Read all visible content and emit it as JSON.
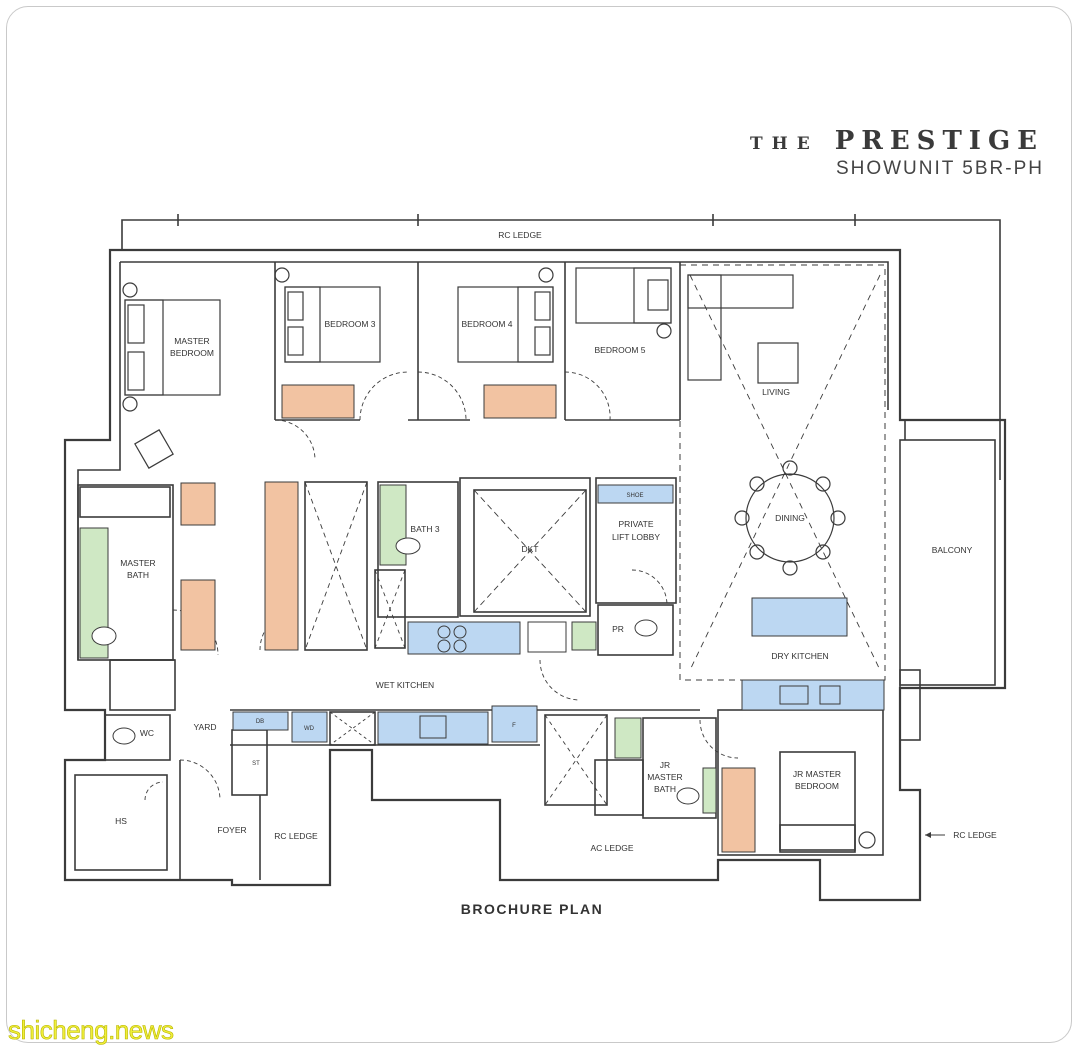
{
  "brand": {
    "prefix": "THE",
    "name": "PRESTIGE",
    "unit_type": "SHOWUNIT 5BR-PH"
  },
  "plan": {
    "caption": "BROCHURE PLAN",
    "rooms": {
      "rc_ledge_top": "RC LEDGE",
      "master_bedroom_1": "MASTER",
      "master_bedroom_2": "BEDROOM",
      "bedroom3": "BEDROOM 3",
      "bedroom4": "BEDROOM 4",
      "bedroom5": "BEDROOM 5",
      "living": "LIVING",
      "dining": "DINING",
      "balcony": "BALCONY",
      "master_bath_1": "MASTER",
      "master_bath_2": "BATH",
      "bath3": "BATH 3",
      "dkt": "DKT",
      "private_lift_1": "PRIVATE",
      "private_lift_2": "LIFT LOBBY",
      "shoe": "SHOE",
      "pr": "PR",
      "dry_kitchen": "DRY KITCHEN",
      "wet_kitchen": "WET KITCHEN",
      "yard": "YARD",
      "wc": "WC",
      "hs": "HS",
      "foyer": "FOYER",
      "rc_ledge_bottom": "RC LEDGE",
      "ac_ledge": "AC LEDGE",
      "jr_master_bath_1": "JR",
      "jr_master_bath_2": "MASTER",
      "jr_master_bath_3": "BATH",
      "jr_master_bedroom_1": "JR MASTER",
      "jr_master_bedroom_2": "BEDROOM",
      "rc_ledge_right": "RC LEDGE",
      "db": "DB",
      "wd": "WD",
      "st": "ST",
      "f": "F"
    }
  },
  "watermark": "shicheng.news",
  "colors": {
    "wardrobe": "#f2c3a2",
    "sanitary": "#cfe8c4",
    "kitchen": "#bcd7f2",
    "line": "#3b3b3b"
  }
}
